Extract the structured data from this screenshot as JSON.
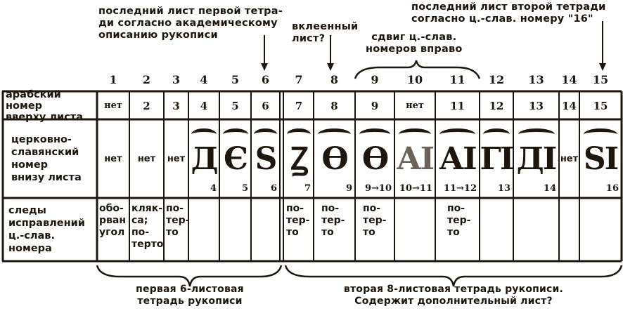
{
  "annotations": {
    "first_quire_last_leaf": [
      "последний лист первой тетра-",
      "ди согласно академическому",
      "описанию рукописи"
    ],
    "pasted_leaf": [
      "вклеенный",
      "лист?"
    ],
    "shift_numbers": [
      "сдвиг ц.-слав.",
      "номеров вправо"
    ],
    "second_quire_last_leaf": [
      "последний лист второй тетради",
      "согласно ц.-слав. номеру \"16\""
    ]
  },
  "column_numbers": [
    "1",
    "2",
    "3",
    "4",
    "5",
    "6",
    "7",
    "8",
    "9",
    "10",
    "11",
    "12",
    "13",
    "14",
    "15"
  ],
  "row_labels": {
    "arabic": [
      "арабский номер",
      "вверху листа"
    ],
    "church_slavonic": [
      "церковно-",
      "славянский",
      "номер",
      "внизу листа"
    ],
    "corrections": [
      "следы",
      "исправлений",
      "ц.-слав.",
      "номера"
    ]
  },
  "arabic_row": [
    "нет",
    "2",
    "3",
    "4",
    "5",
    "6",
    "7",
    "8",
    "9",
    "нет",
    "11",
    "12",
    "13",
    "14",
    "15"
  ],
  "slavonic_row": [
    {
      "glyph": "",
      "none": "нет",
      "value": ""
    },
    {
      "glyph": "",
      "none": "нет",
      "value": ""
    },
    {
      "glyph": "",
      "none": "нет",
      "value": ""
    },
    {
      "glyph": "Д",
      "none": "",
      "value": "4"
    },
    {
      "glyph": "Є",
      "none": "",
      "value": "5"
    },
    {
      "glyph": "Ѕ",
      "none": "",
      "value": "6"
    },
    {
      "glyph": "Ꙁ",
      "none": "",
      "value": "7"
    },
    {
      "glyph": "Ѳ",
      "none": "",
      "value": "9"
    },
    {
      "glyph": "Ѳ",
      "none": "",
      "value": "9→10"
    },
    {
      "glyph": "АI",
      "none": "",
      "value": "10→11"
    },
    {
      "glyph": "АI",
      "none": "",
      "value": "11→12"
    },
    {
      "glyph": "ГI",
      "none": "",
      "value": "13"
    },
    {
      "glyph": "ДI",
      "none": "",
      "value": "14"
    },
    {
      "glyph": "",
      "none": "нет",
      "value": ""
    },
    {
      "glyph": "ЅI",
      "none": "",
      "value": "16"
    }
  ],
  "corrections_row": [
    [
      "обо-",
      "рван",
      "угол"
    ],
    [
      "кляк-",
      "са; по-",
      "терто"
    ],
    [
      "по-",
      "тер-",
      "то"
    ],
    [],
    [],
    [],
    [
      "по-",
      "тер-",
      "то"
    ],
    [
      "по-",
      "тер-",
      "то"
    ],
    [
      "по-",
      "тер-",
      "то"
    ],
    [],
    [
      "по-",
      "тер-",
      "то"
    ],
    [],
    [],
    [],
    []
  ],
  "brackets": {
    "first_quire": [
      "первая 6-листовая",
      "тетрадь рукописи"
    ],
    "second_quire": [
      "вторая 8-листовая тетрадь рукописи.",
      "Содержит дополнительный лист?"
    ]
  },
  "colors": {
    "ink": "#1e160c",
    "paper": "#ffffff",
    "faded": "#6b6258"
  }
}
